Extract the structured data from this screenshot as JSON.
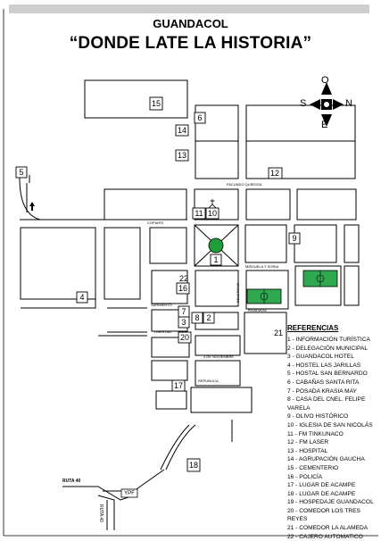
{
  "header": {
    "title": "GUANDACOL",
    "subtitle": "“DONDE LATE LA HISTORIA”"
  },
  "compass": {
    "north": "O",
    "south": "E",
    "west": "S",
    "east": "N"
  },
  "streets": {
    "facundo_quiroga": "FACUNDO QUIROGA",
    "copiapo": "COPIAPÓ",
    "mirzuela_soria": "MIRZUELA Y SORIA",
    "belgrano": "BELGRANO",
    "sarmiento": "SARMIENTO",
    "rivadavia": "RIVADAVIA",
    "libertad": "LIBERTAD",
    "de_noviembre": "4 DE NOVIEMBRE",
    "republica": "REPUBLICA",
    "ruta_40": "RUTA 40",
    "ruta_40_v": "RUTA 40",
    "ypf": "YPF"
  },
  "legend": {
    "title": "REFERENCIAS",
    "items": [
      "1 - INFORMACIÓN TURÍSTICA",
      "2 - DELEGACIÓN MUNICIPAL",
      "3 - GUANDACOL HOTEL",
      "4 - HOSTEL LAS JARILLAS",
      "5 - HOSTAL SAN BERNARDO",
      "6 - CABAÑAS SANTA RITA",
      "7 - POSADA KRASIA MAY",
      "8 - CASA DEL CNEL. FELIPE VARELA",
      "9 - OLIVO HISTÓRICO",
      "10 - IGLESIA DE SAN NICOLÁS",
      "11 - FM TINKUNACO",
      "12 - FM LASER",
      "13 - HOSPITAL",
      "14 - AGRUPACIÓN GAUCHA",
      "15 - CEMENTERIO",
      "16 - POLICÍA",
      "17 - LUGAR DE ACAMPE",
      "18 - LUGAR DE ACAMPE",
      "19 - HOSPEDAJE GUANDACOL",
      "20 - COMEDOR LOS TRES REYES",
      "21 - COMEDOR LA ALAMEDA",
      "22 - CAJERO AUTOMATICO"
    ]
  },
  "markers": [
    "1",
    "2",
    "3",
    "4",
    "5",
    "6",
    "7",
    "8",
    "9",
    "10",
    "11",
    "12",
    "13",
    "14",
    "15",
    "16",
    "17",
    "18",
    "20",
    "21",
    "22"
  ],
  "colors": {
    "field": "#2fa84f",
    "plaza_circle": "#1f9e3b",
    "band": "#cfcfcf"
  }
}
